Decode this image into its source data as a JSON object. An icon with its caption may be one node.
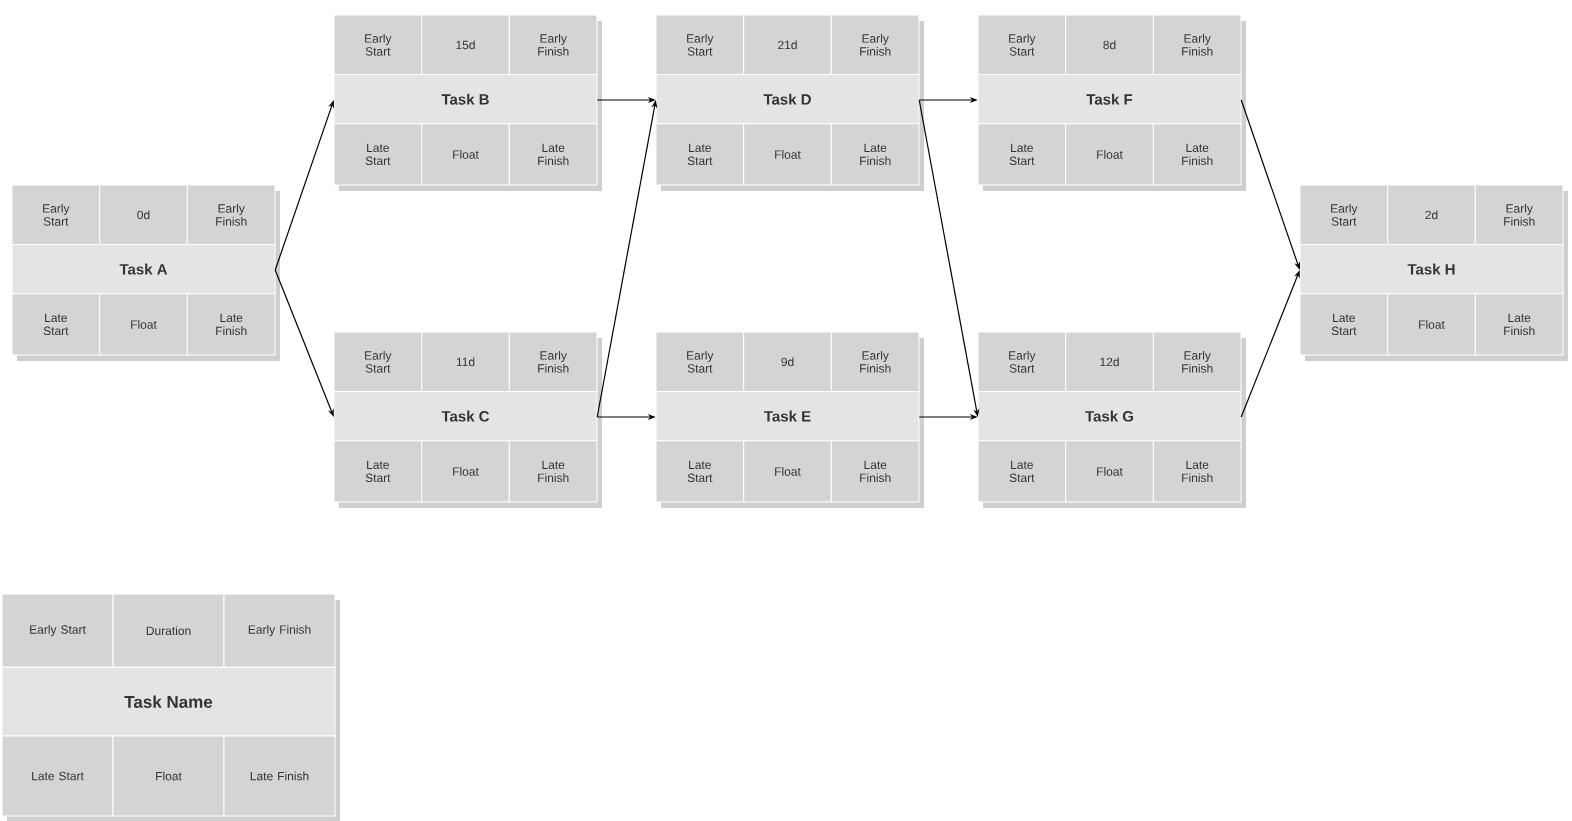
{
  "diagram": {
    "nodes": [
      {
        "text": [
          "Early Start",
          "0d",
          "Early Finish",
          "Task A",
          "Late Start",
          "Float",
          "Late Finish"
        ]
      },
      {
        "text": [
          "Early Start",
          "15d",
          "Early Finish",
          "Task B",
          "Late Start",
          "Float",
          "Late Finish"
        ]
      },
      {
        "text": [
          "Early Start",
          "11d",
          "Early Finish",
          "Task C",
          "Late Start",
          "Float",
          "Late Finish"
        ]
      },
      {
        "text": [
          "Early Start",
          "21d",
          "Early Finish",
          "Task D",
          "Late Start",
          "Float",
          "Late Finish"
        ]
      },
      {
        "text": [
          "Early Start",
          "9d",
          "Early Finish",
          "Task E",
          "Late Start",
          "Float",
          "Late Finish"
        ]
      },
      {
        "text": [
          "Early Start",
          "8d",
          "Early Finish",
          "Task F",
          "Late Start",
          "Float",
          "Late Finish"
        ]
      },
      {
        "text": [
          "Early Start",
          "12d",
          "Early Finish",
          "Task G",
          "Late Start",
          "Float",
          "Late Finish"
        ]
      },
      {
        "text": [
          "Early Start",
          "2d",
          "Early Finish",
          "Task H",
          "Late Start",
          "Float",
          "Late Finish"
        ]
      },
      {
        "text": [
          "Early Start",
          "Duration",
          "Early Finish",
          "Task Name",
          "Late Start",
          "Float",
          "Late Finish"
        ]
      }
    ],
    "edges": [
      {
        "from": 0,
        "to": 1,
        "arrow": "to"
      },
      {
        "from": 0,
        "to": 2,
        "arrow": "to"
      },
      {
        "from": 1,
        "to": 3,
        "arrow": "to"
      },
      {
        "from": 2,
        "to": 3,
        "arrow": "to"
      },
      {
        "from": 2,
        "to": 4,
        "arrow": "to"
      },
      {
        "from": 3,
        "to": 5,
        "arrow": "to"
      },
      {
        "from": 3,
        "to": 6,
        "arrow": "to"
      },
      {
        "from": 4,
        "to": 6,
        "arrow": "to"
      },
      {
        "from": 5,
        "to": 7,
        "arrow": "to"
      },
      {
        "from": 6,
        "to": 7,
        "arrow": "to"
      }
    ]
  }
}
